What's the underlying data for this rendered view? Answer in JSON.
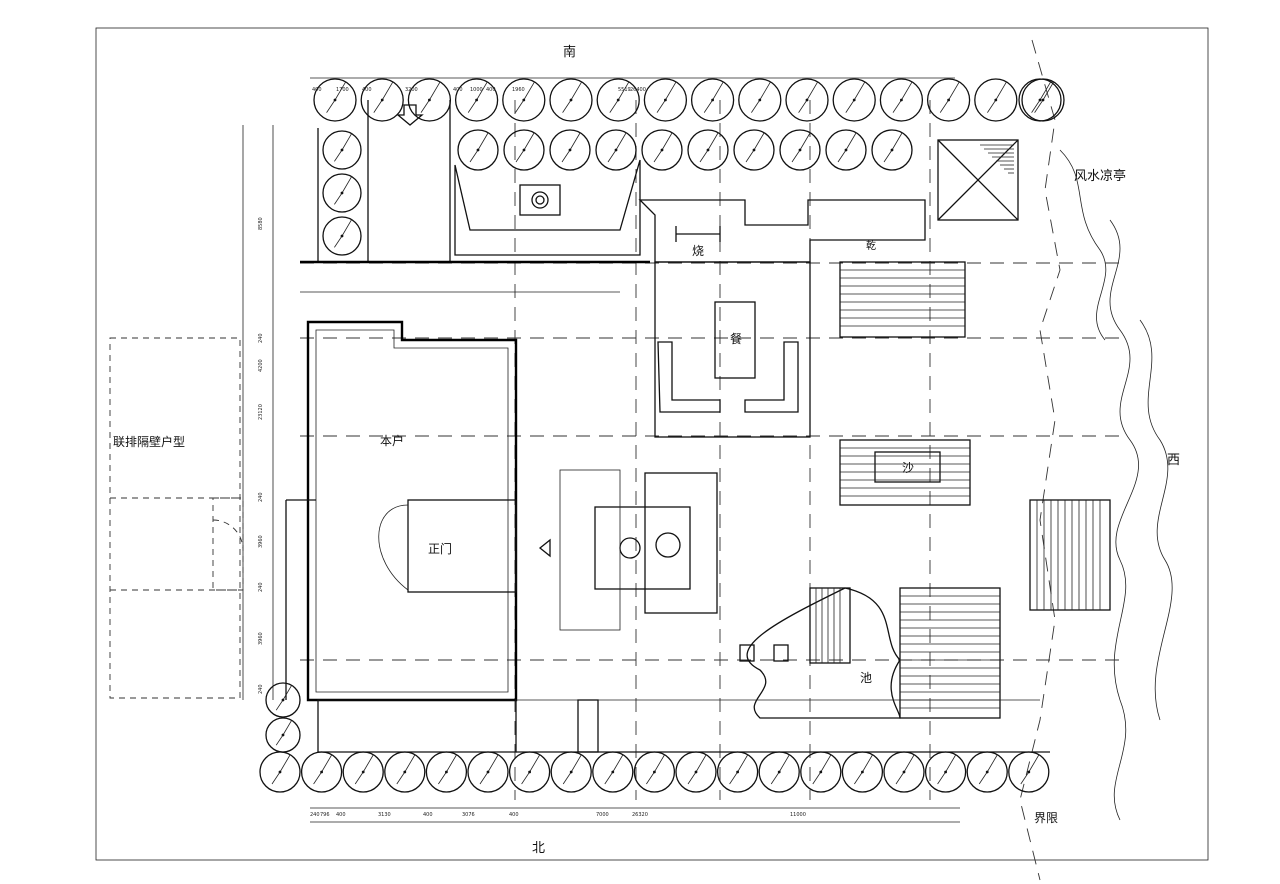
{
  "labels": {
    "north": "北",
    "south": "南",
    "west": "西",
    "pavilion": "风水凉亭",
    "boundary": "界限",
    "neighbor": "联排隔壁户型",
    "house": "本户",
    "main_door": "正门",
    "bbq": "烧",
    "dining": "餐",
    "sand": "沙",
    "pool": "池",
    "tea": "乾"
  },
  "dimensions": {
    "top": [
      "400",
      "1700",
      "400",
      "3200",
      "400",
      "1000",
      "400",
      "1960",
      "5519",
      "26400"
    ],
    "bottom": [
      "240",
      "796",
      "400",
      "3130",
      "400",
      "3076",
      "400",
      "7000",
      "11000",
      "26320"
    ],
    "left": [
      "8580",
      "240",
      "4200",
      "23120",
      "240",
      "3960",
      "240",
      "3960",
      "240"
    ]
  },
  "colors": {
    "ink": "#111111",
    "paper": "#ffffff"
  }
}
